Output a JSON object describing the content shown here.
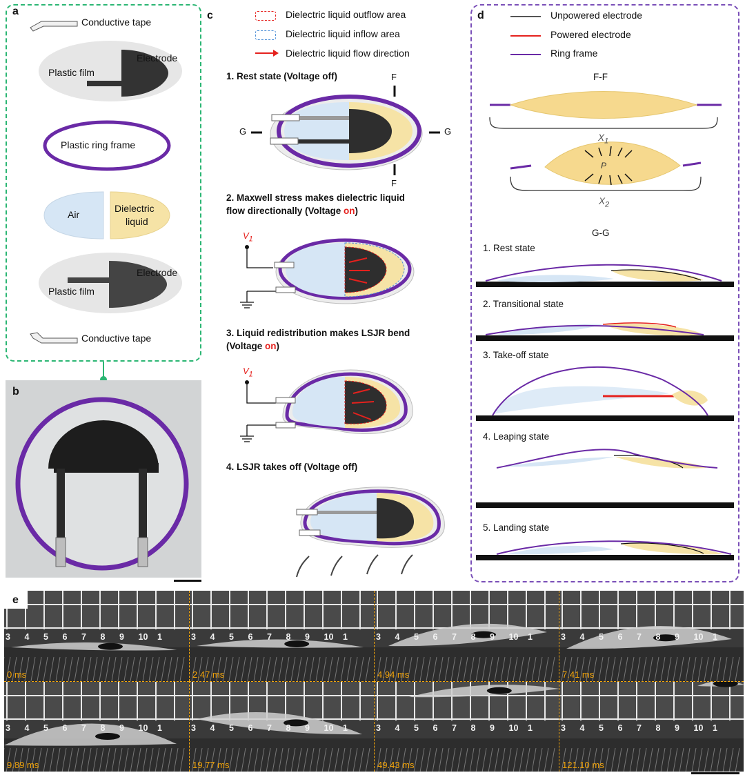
{
  "panel_labels": {
    "a": "a",
    "b": "b",
    "c": "c",
    "d": "d",
    "e": "e"
  },
  "panel_a": {
    "conductive_tape_top": "Conductive tape",
    "electrode_top": "Electrode",
    "plastic_film_top": "Plastic film",
    "ring_frame": "Plastic ring frame",
    "air": "Air",
    "dielectric_liquid_line1": "Dielectric",
    "dielectric_liquid_line2": "liquid",
    "electrode_bottom": "Electrode",
    "plastic_film_bottom": "Plastic film",
    "conductive_tape_bottom": "Conductive tape"
  },
  "panel_c": {
    "legend": {
      "outflow": "Dielectric liquid outflow area",
      "inflow": "Dielectric liquid inflow area",
      "direction": "Dielectric liquid flow direction"
    },
    "step1": "1. Rest state (Voltage off)",
    "step2_a": "2. Maxwell stress makes dielectric liquid",
    "step2_b": "flow directionally (Voltage ",
    "step3_a": "3. Liquid redistribution makes LSJR bend",
    "step3_b": "(Voltage ",
    "on_word": "on",
    "close_paren": ")",
    "step4": "4. LSJR takes off (Voltage off)",
    "section_F": "F",
    "section_G": "G",
    "voltage_symbol": "V",
    "voltage_subscript": "1"
  },
  "panel_d": {
    "legend": {
      "unpowered": "Unpowered electrode",
      "powered": "Powered electrode",
      "ring": "Ring frame"
    },
    "ff_title": "F-F",
    "x1": "X",
    "x1_sub": "1",
    "x2": "X",
    "x2_sub": "2",
    "pressure": "P",
    "gg_title": "G-G",
    "states": [
      "1. Rest state",
      "2. Transitional state",
      "3. Take-off state",
      "4. Leaping state",
      "5. Landing state"
    ]
  },
  "panel_e": {
    "ruler_ticks": [
      "3",
      "4",
      "5",
      "6",
      "7",
      "8",
      "9",
      "10",
      "1"
    ],
    "timestamps": [
      "0 ms",
      "2.47 ms",
      "4.94 ms",
      "7.41 ms",
      "9.89 ms",
      "19.77 ms",
      "49.43 ms",
      "121.10 ms"
    ]
  },
  "colors": {
    "green_dashed": "#2bb673",
    "purple": "#6a2aa6",
    "red": "#e5211d",
    "liquid_yellow": "#f6e3a6",
    "air_blue": "#d6e6f5",
    "electrode_dark": "#333333",
    "timestamp_orange": "#f5a60a"
  }
}
